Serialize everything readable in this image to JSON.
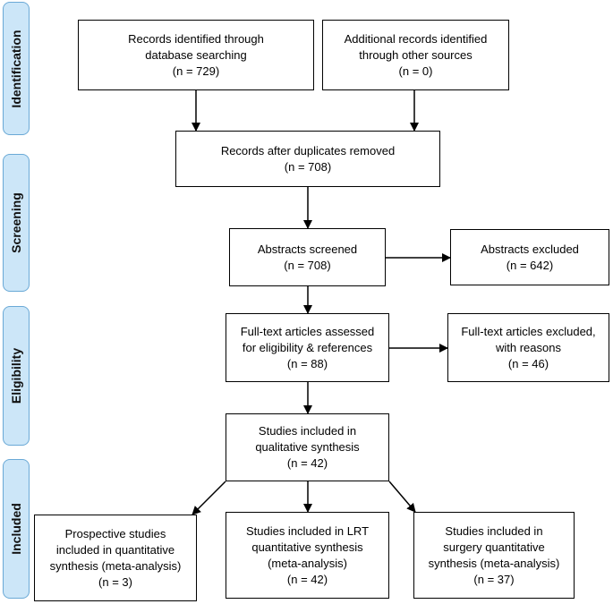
{
  "phases": {
    "identification": "Identification",
    "screening": "Screening",
    "eligibility": "Eligibility",
    "included": "Included"
  },
  "boxes": {
    "db_search": {
      "line1": "Records identified through",
      "line2": "database searching",
      "line3": "(n = 729)"
    },
    "other_sources": {
      "line1": "Additional records identified",
      "line2": "through other sources",
      "line3": "(n = 0)"
    },
    "duplicates_removed": {
      "line1": "Records after duplicates removed",
      "line2": "(n = 708)"
    },
    "abstracts_screened": {
      "line1": "Abstracts screened",
      "line2": "(n = 708)"
    },
    "abstracts_excluded": {
      "line1": "Abstracts excluded",
      "line2": "(n = 642)"
    },
    "fulltext_assessed": {
      "line1": "Full-text articles assessed",
      "line2": "for eligibility & references",
      "line3": "(n = 88)"
    },
    "fulltext_excluded": {
      "line1": "Full-text articles excluded,",
      "line2": "with reasons",
      "line3": "(n = 46)"
    },
    "qualitative": {
      "line1": "Studies included in",
      "line2": "qualitative synthesis",
      "line3": "(n = 42)"
    },
    "prospective": {
      "line1": "Prospective studies",
      "line2": "included in quantitative",
      "line3": "synthesis (meta-analysis)",
      "line4": "(n = 3)"
    },
    "lrt": {
      "line1": "Studies included in LRT",
      "line2": "quantitative synthesis",
      "line3": "(meta-analysis)",
      "line4": "(n = 42)"
    },
    "surgery": {
      "line1": "Studies included in",
      "line2": "surgery quantitative",
      "line3": "synthesis (meta-analysis)",
      "line4": "(n = 37)"
    }
  }
}
